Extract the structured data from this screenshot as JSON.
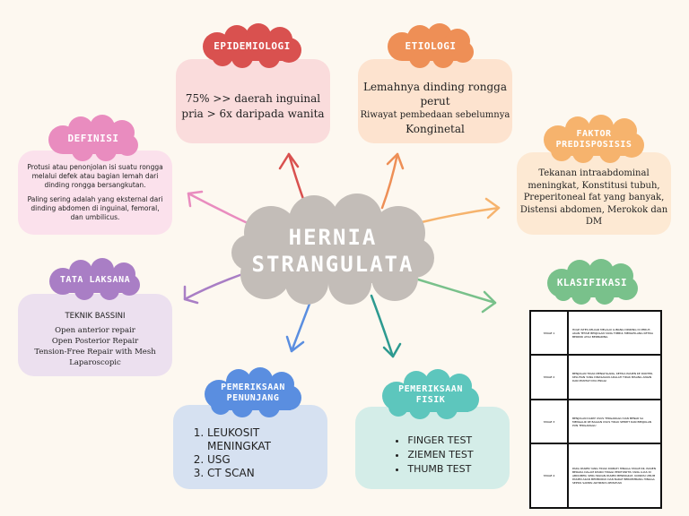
{
  "center": {
    "title_line1": "HERNIA",
    "title_line2": "STRANGULATA"
  },
  "epidemiologi": {
    "title": "EPIDEMIOLOGI",
    "line1": "75% >> daerah inguinal",
    "line2": "pria > 6x daripada wanita"
  },
  "etiologi": {
    "title": "ETIOLOGI",
    "line1": "Lemahnya dinding rongga",
    "line2": "perut",
    "line3": "Riwayat pembedaan sebelumnya",
    "line4": "Konginetal"
  },
  "definisi": {
    "title": "DEFINISI",
    "para1": "Protusi atau penonjolan isi suatu rongga melalui defek atau bagian lemah dari dinding rongga bersangkutan.",
    "para2": "Paling sering adalah yang eksternal dari dinding abdomen di inguinal, femoral, dan umbilicus."
  },
  "faktor": {
    "title_line1": "FAKTOR",
    "title_line2": "PREDISPOSISIS",
    "line1": "Tekanan intraabdominal",
    "line2": "meningkat, Konstitusi tubuh,",
    "line3": "Preperitoneal fat yang banyak,",
    "line4": "Distensi abdomen, Merokok dan",
    "line5": "DM"
  },
  "tata": {
    "title": "TATA LAKSANA",
    "heading": "TEKNIK BASSINI",
    "line1": "Open anterior repair",
    "line2": "Open Posterior Repair",
    "line3": "Tension-Free Repair with Mesh",
    "line4": "Laparoscopic"
  },
  "klasifikasi": {
    "title": "KLASIFIKASI",
    "rows": [
      {
        "stage": "STAGE 1",
        "desc": "HOLE ISTES KELUAR MELALUI LUBANG DINDING DI PERUT, AKAN TETAPI BENJOLAN YANG TIMBUL MENGHILANG KETIKA BERDIRI ATAU BERBARING"
      },
      {
        "stage": "STAGE 2",
        "desc": "BENJOLAN TIDAK MENGHILANG, KETIKA PASIEN KE DOKTER, KELUHAN YANG DIRASAKAN ADALAH TIDAK BISANG ANGIN DAN MUNTAH NYA ENGGI"
      },
      {
        "stage": "STAGE 3",
        "desc": "BENJOLAN DAPAT USUS TERGANGGU DAN BENAR SA MENGALIR KE BAGIAN USUS TIDAK SEMPIT DAN BENJOLAN PUN TERGANGGU"
      },
      {
        "stage": "STAGE 4",
        "desc": "PADA PASIEN YANG TIDAK DIOBATI HINGGA STAGE INI, PASIEN BERADA DALAM RISIKO TINGGI PERITONITIS YANG LUAS DI ABDOMEN, SERU BADAN PASIEN MENINGKAT, KONDISI UMUM PASIEN AKAN MEMBURUK DAN BARAT BERKEMBANG HINGGA SEPSIS SAMPAI AKHIRNYA KEMATIAN"
      }
    ]
  },
  "penunjang": {
    "title_line1": "PEMERIKSAAN",
    "title_line2": "PENUNJANG",
    "item1_a": "LEUKOSIT",
    "item1_b": "MENINGKAT",
    "item2": "USG",
    "item3": "CT SCAN"
  },
  "fisik": {
    "title_line1": "PEMERIKSAAN",
    "title_line2": "FISIK",
    "items": [
      "FINGER TEST",
      "ZIEMEN TEST",
      "THUMB TEST"
    ]
  },
  "colors": {
    "epidemiologi": "#d9514f",
    "etiologi": "#ee8f56",
    "definisi": "#e98cbf",
    "faktor": "#f6b36d",
    "tata": "#a97ec5",
    "klasifikasi": "#79c18b",
    "penunjang": "#5a8ee0",
    "fisik": "#5dc6bd",
    "center": "#c3bdb8"
  }
}
